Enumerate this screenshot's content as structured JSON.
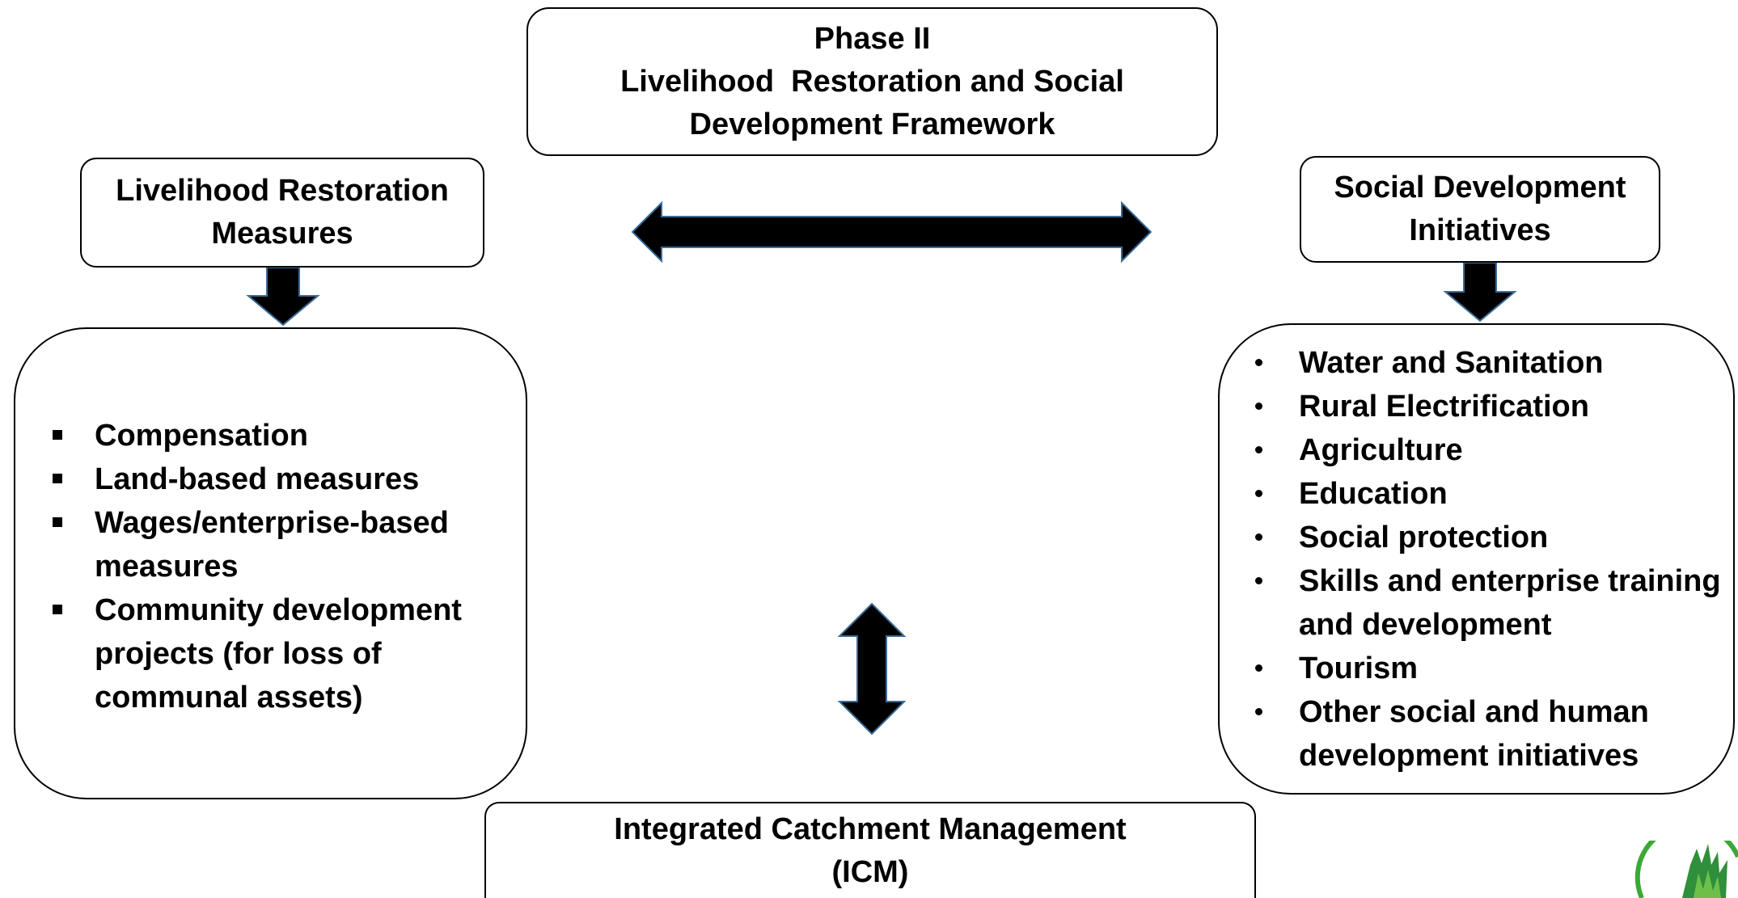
{
  "title_box": {
    "lines": [
      "Phase II",
      "Livelihood  Restoration and Social",
      "Development Framework"
    ]
  },
  "livelihood_box": {
    "lines": [
      "Livelihood Restoration",
      "Measures"
    ]
  },
  "social_box": {
    "lines": [
      "Social Development",
      "Initiatives"
    ]
  },
  "livelihood_list": [
    "Compensation",
    "Land-based measures",
    "Wages/enterprise-based measures",
    "Community development projects (for loss of communal assets)"
  ],
  "social_list": [
    "Water and Sanitation",
    "Rural Electrification",
    "Agriculture",
    "Education",
    "Social protection",
    "Skills and enterprise training and development",
    "Tourism",
    "Other social and human development initiatives"
  ],
  "icm_box": {
    "lines": [
      "Integrated Catchment Management",
      "(ICM)"
    ]
  },
  "colors": {
    "arrow_fill": "#000000",
    "arrow_outline": "#3b6c9a",
    "logo_green": "#3aa935"
  },
  "icons": {
    "logo": "leaf-logo-icon"
  }
}
